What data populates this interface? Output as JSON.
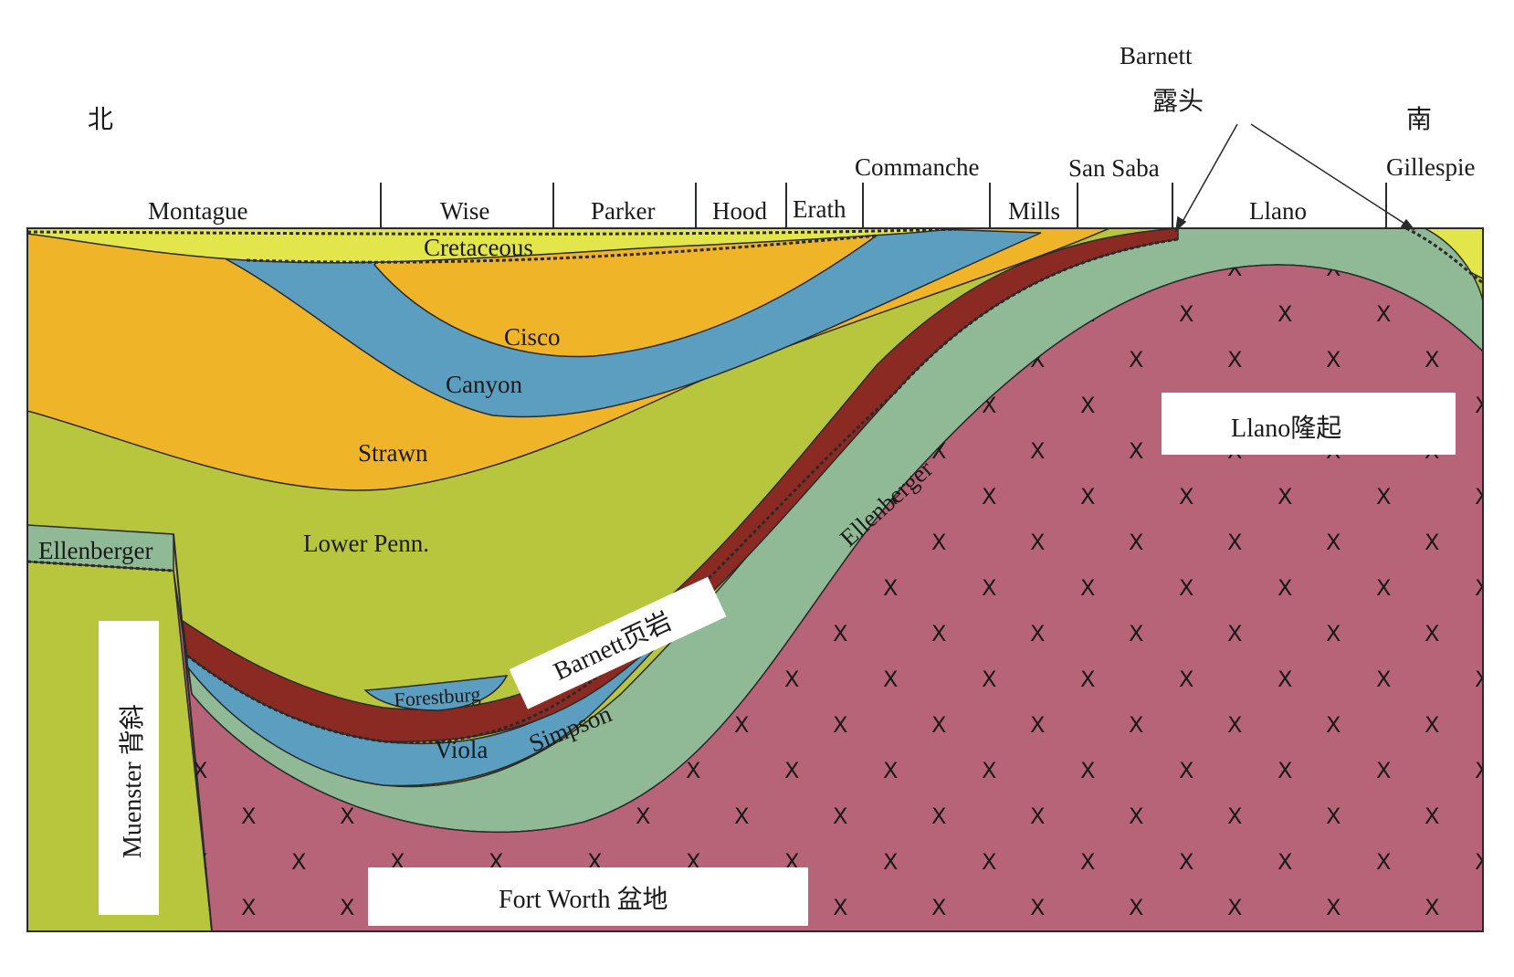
{
  "colors": {
    "cretaceous": "#e2e64a",
    "yellow_units": "#f0b429",
    "blue_units": "#5b9ec0",
    "lower_penn": "#b8c63e",
    "barnett": "#8b2a22",
    "ellenberger": "#8fba95",
    "basement": "#b86478",
    "outline": "#2a2a2a"
  },
  "directions": {
    "north": "北",
    "south": "南"
  },
  "outcrop": {
    "line1": "Barnett",
    "line2": "露头"
  },
  "counties": [
    "Montague",
    "Wise",
    "Parker",
    "Hood",
    "Erath",
    "Commanche",
    "Mills",
    "San Saba",
    "Llano",
    "Gillespie"
  ],
  "units": {
    "cretaceous": "Cretaceous",
    "cisco": "Cisco",
    "canyon": "Canyon",
    "strawn": "Strawn",
    "lower_penn": "Lower Penn.",
    "ellenberger_left": "Ellenberger",
    "ellenberger_right": "Ellenberger",
    "forestburg": "Forestburg",
    "viola": "Viola",
    "simpson": "Simpson"
  },
  "callouts": {
    "barnett_shale": "Barnett页岩",
    "llano_uplift": "Llano隆起",
    "muenster_arch": "Muenster 背斜",
    "fort_worth_basin": "Fort Worth 盆地"
  },
  "basement_symbol": "X"
}
